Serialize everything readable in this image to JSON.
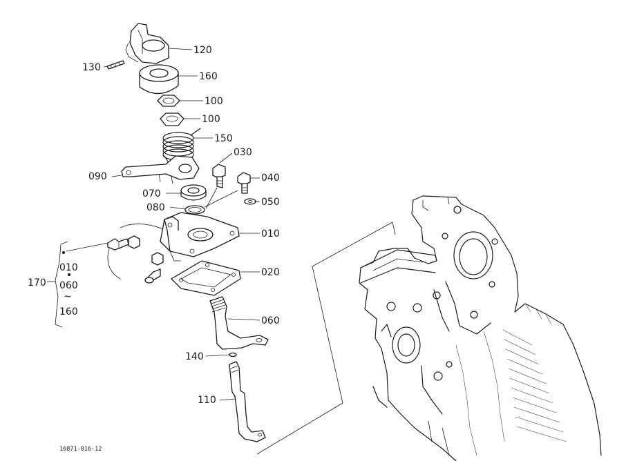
{
  "callouts": [
    {
      "id": "p120",
      "text": "120"
    },
    {
      "id": "p130",
      "text": "130"
    },
    {
      "id": "p160a",
      "text": "160"
    },
    {
      "id": "p100a",
      "text": "100"
    },
    {
      "id": "p100b",
      "text": "100"
    },
    {
      "id": "p150",
      "text": "150"
    },
    {
      "id": "p030",
      "text": "030"
    },
    {
      "id": "p090",
      "text": "090"
    },
    {
      "id": "p040",
      "text": "040"
    },
    {
      "id": "p070",
      "text": "070"
    },
    {
      "id": "p050",
      "text": "050"
    },
    {
      "id": "p080",
      "text": "080"
    },
    {
      "id": "p010",
      "text": "010"
    },
    {
      "id": "p020",
      "text": "020"
    },
    {
      "id": "p060",
      "text": "060"
    },
    {
      "id": "p140",
      "text": "140"
    },
    {
      "id": "p110",
      "text": "110"
    }
  ],
  "kit": {
    "number": "170",
    "lines": [
      "010",
      "060",
      "~",
      "160"
    ]
  },
  "drawing_number": "16871-016-12"
}
